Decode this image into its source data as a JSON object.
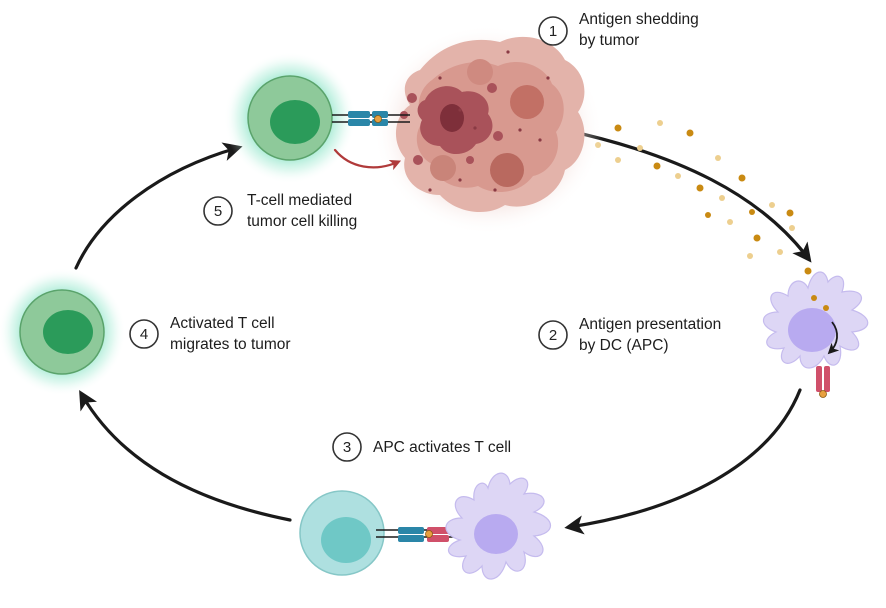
{
  "steps": [
    {
      "number": "1",
      "line1": "Antigen shedding",
      "line2": "by tumor"
    },
    {
      "number": "2",
      "line1": "Antigen presentation",
      "line2": "by DC (APC)"
    },
    {
      "number": "3",
      "line1": "APC activates T cell",
      "line2": ""
    },
    {
      "number": "4",
      "line1": "Activated T cell",
      "line2": "migrates to tumor"
    },
    {
      "number": "5",
      "line1": "T-cell mediated",
      "line2": "tumor cell killing"
    }
  ],
  "colors": {
    "cycle_arrow": "#1a1a1a",
    "killing_arrow": "#b03a3a",
    "activated_tcell_body": "#8ec99a",
    "activated_tcell_nucleus": "#2b9b5a",
    "activated_tcell_glow": "#7fe0c0",
    "naive_tcell_body": "#aee0e0",
    "naive_tcell_nucleus": "#6fc8c6",
    "dendritic_cell_body": "#ddd6f5",
    "dendritic_cell_nucleus": "#b8aaf0",
    "tumor_light": "#e3b3aa",
    "tumor_mid": "#cf8a80",
    "tumor_dark": "#a9525a",
    "antigen_dark": "#c98a12",
    "antigen_light": "#edcf8f",
    "tcr_blue": "#2a86a8",
    "mhc_pink": "#d0506a"
  }
}
